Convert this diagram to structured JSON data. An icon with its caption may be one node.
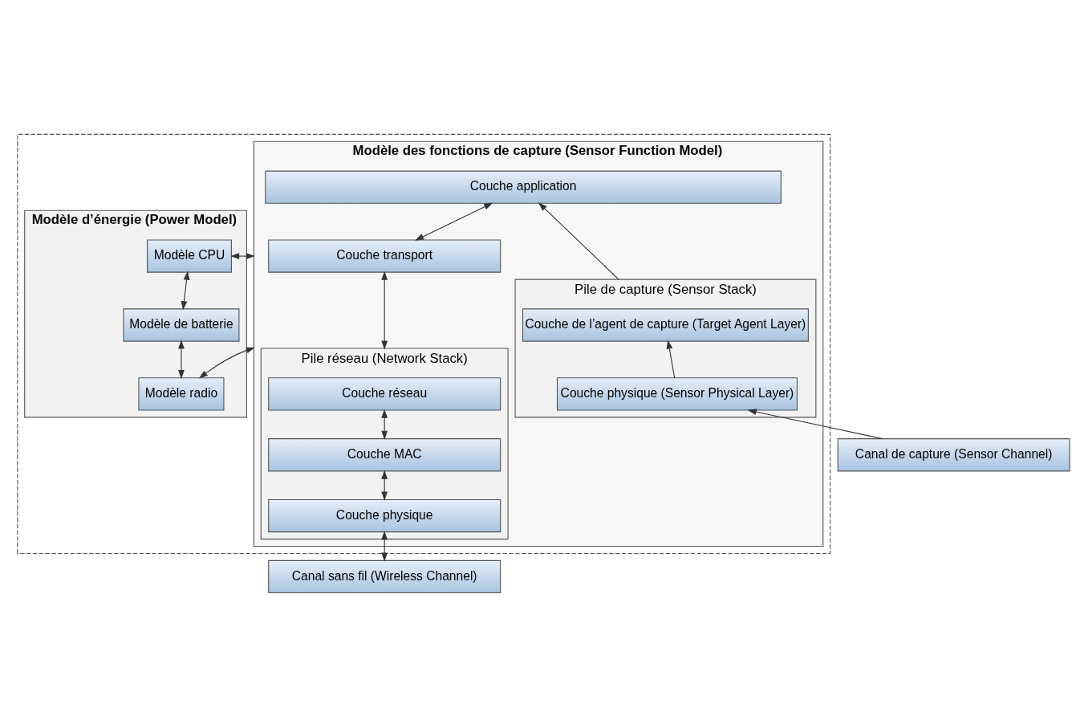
{
  "diagram": {
    "nodes": [
      {
        "text": [],
        "shape": "box"
      },
      {
        "text": [
          "Modèle des fonctions de capture (Sensor Function Model)"
        ],
        "in": 0
      },
      {
        "text": [
          "Couche application"
        ],
        "in": 1
      },
      {
        "text": [
          "Couche transport"
        ],
        "in": 1
      },
      {
        "text": [
          "Pile réseau (Network Stack)"
        ],
        "in": 1
      },
      {
        "text": [
          "Couche réseau"
        ],
        "in": 4
      },
      {
        "text": [
          "Couche MAC"
        ],
        "in": 4
      },
      {
        "text": [
          "Couche physique"
        ],
        "in": 4
      },
      {
        "text": [
          "Pile de capture (Sensor Stack)"
        ],
        "in": 1
      },
      {
        "text": [
          "Couche de l’agent de capture (Target Agent Layer)"
        ],
        "in": 8
      },
      {
        "text": [
          "Couche physique (Sensor Physical Layer)"
        ],
        "in": 8
      },
      {
        "text": [
          "Modèle d’énergie (Power Model)"
        ],
        "in": 0
      },
      {
        "text": [
          "Modèle CPU"
        ],
        "in": 11
      },
      {
        "text": [
          "Modèle radio"
        ],
        "in": 11
      },
      {
        "text": [
          "Modèle de batterie"
        ],
        "in": 11
      },
      {
        "text": [
          "Canal sans fil (Wireless Channel)"
        ]
      },
      {
        "text": [
          "Canal de capture (Sensor Channel)"
        ]
      }
    ],
    "edges": [
      {
        "from": 2,
        "to": 3,
        "arrow": "both"
      },
      {
        "from": 3,
        "to": 4,
        "arrow": "both"
      },
      {
        "from": 5,
        "to": 6,
        "arrow": "both"
      },
      {
        "from": 6,
        "to": 7,
        "arrow": "both"
      },
      {
        "from": 7,
        "to": 15,
        "arrow": "both"
      },
      {
        "from": 8,
        "to": 2,
        "arrow": "to"
      },
      {
        "from": 10,
        "to": 9,
        "arrow": "to"
      },
      {
        "from": 16,
        "to": 10,
        "arrow": "to"
      },
      {
        "from": 1,
        "to": 12,
        "arrow": "both"
      },
      {
        "from": 1,
        "to": 13,
        "arrow": "both"
      },
      {
        "from": 12,
        "to": 14,
        "arrow": "both"
      },
      {
        "from": 13,
        "to": 14,
        "arrow": "both"
      }
    ]
  }
}
